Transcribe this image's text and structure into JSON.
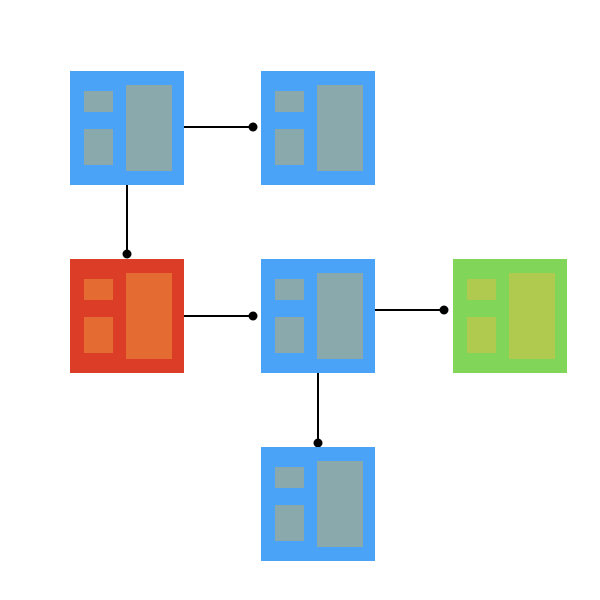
{
  "colors": {
    "background": "#ffffff",
    "connector": "#000000",
    "blue_frame": "#4aa3f7",
    "blue_fill": "#8aa9ad",
    "red_frame": "#dc3d27",
    "red_fill": "#e46c33",
    "green_frame": "#81d558",
    "green_fill": "#afca4e"
  },
  "nodes": [
    {
      "id": "n1",
      "variant": "blue"
    },
    {
      "id": "n2",
      "variant": "blue"
    },
    {
      "id": "n3",
      "variant": "red"
    },
    {
      "id": "n4",
      "variant": "blue"
    },
    {
      "id": "n5",
      "variant": "green"
    },
    {
      "id": "n6",
      "variant": "blue"
    }
  ],
  "edges": [
    {
      "from": "n1",
      "to": "n2"
    },
    {
      "from": "n1",
      "to": "n3"
    },
    {
      "from": "n3",
      "to": "n4"
    },
    {
      "from": "n4",
      "to": "n5"
    },
    {
      "from": "n4",
      "to": "n6"
    }
  ]
}
